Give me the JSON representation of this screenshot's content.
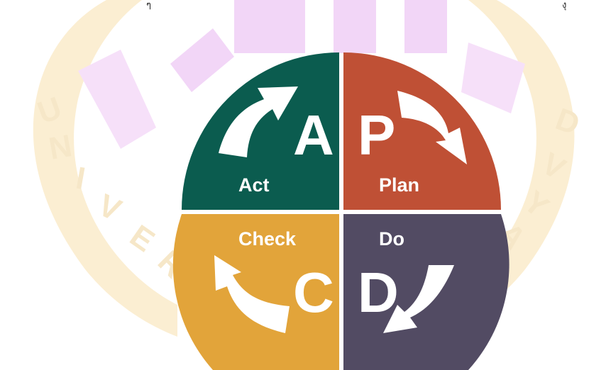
{
  "diagram": {
    "quadrants": [
      {
        "key": "act",
        "letter": "A",
        "word": "Act",
        "color": "#0b5c4f"
      },
      {
        "key": "plan",
        "letter": "P",
        "word": "Plan",
        "color": "#bf5035"
      },
      {
        "key": "check",
        "letter": "C",
        "word": "Check",
        "color": "#e2a43a"
      },
      {
        "key": "do",
        "letter": "D",
        "word": "Do",
        "color": "#524b63"
      }
    ],
    "icons": {
      "act": "curved-arrow-up-right-icon",
      "plan": "curved-arrow-down-right-icon",
      "do": "curved-arrow-down-left-icon",
      "check": "curved-arrow-up-left-icon"
    }
  },
  "watermark": {
    "letters": [
      "U",
      "N",
      "I",
      "V",
      "E",
      "R",
      "D",
      "V",
      "Y",
      "A"
    ],
    "colors": {
      "purple": "#f2d6f7",
      "gold": "#fbeed2"
    }
  },
  "corners": {
    "left": "ๆ",
    "right": "งุ"
  }
}
